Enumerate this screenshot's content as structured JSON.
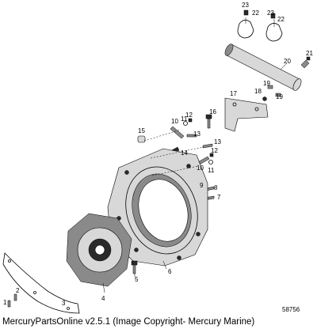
{
  "diagram": {
    "reference_number": "58756",
    "callouts": [
      "1",
      "2",
      "3",
      "4",
      "5",
      "6",
      "7",
      "8",
      "9",
      "10",
      "11",
      "12",
      "13",
      "13",
      "14",
      "15",
      "16",
      "17",
      "18",
      "19",
      "19",
      "20",
      "21",
      "22",
      "22",
      "23",
      "23",
      "10",
      "11",
      "12"
    ]
  },
  "footer": {
    "text": "MercuryPartsOnline v2.5.1 (Image Copyright- Mercury Marine)"
  }
}
